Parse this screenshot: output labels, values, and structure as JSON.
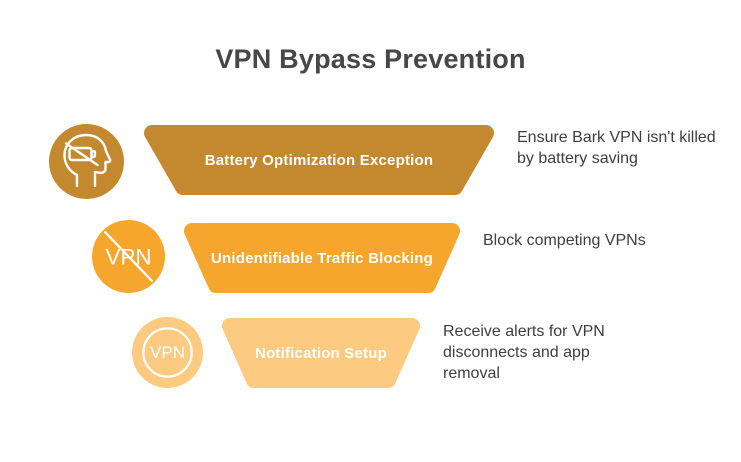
{
  "title": "VPN Bypass Prevention",
  "funnel": {
    "steps": [
      {
        "label": "Battery Optimization Exception",
        "description": "Ensure Bark VPN isn't killed by battery saving",
        "color": "#C4892E",
        "icon": "head-battery-disabled-icon"
      },
      {
        "label": "Unidentifiable Traffic Blocking",
        "description": "Block competing VPNs",
        "color": "#F6A62D",
        "icon": "vpn-blocked-icon"
      },
      {
        "label": "Notification Setup",
        "description": "Receive alerts for VPN disconnects and app removal",
        "color": "#FCCA80",
        "icon": "vpn-circle-icon"
      }
    ]
  },
  "icons": {
    "vpn_label": "VPN"
  },
  "colors": {
    "background": "#FFFFFF",
    "title_text": "#474747",
    "description_text": "#3E3E3E",
    "step_label_text": "#FFFFFF",
    "icon_stroke": "#FFFFFF"
  }
}
